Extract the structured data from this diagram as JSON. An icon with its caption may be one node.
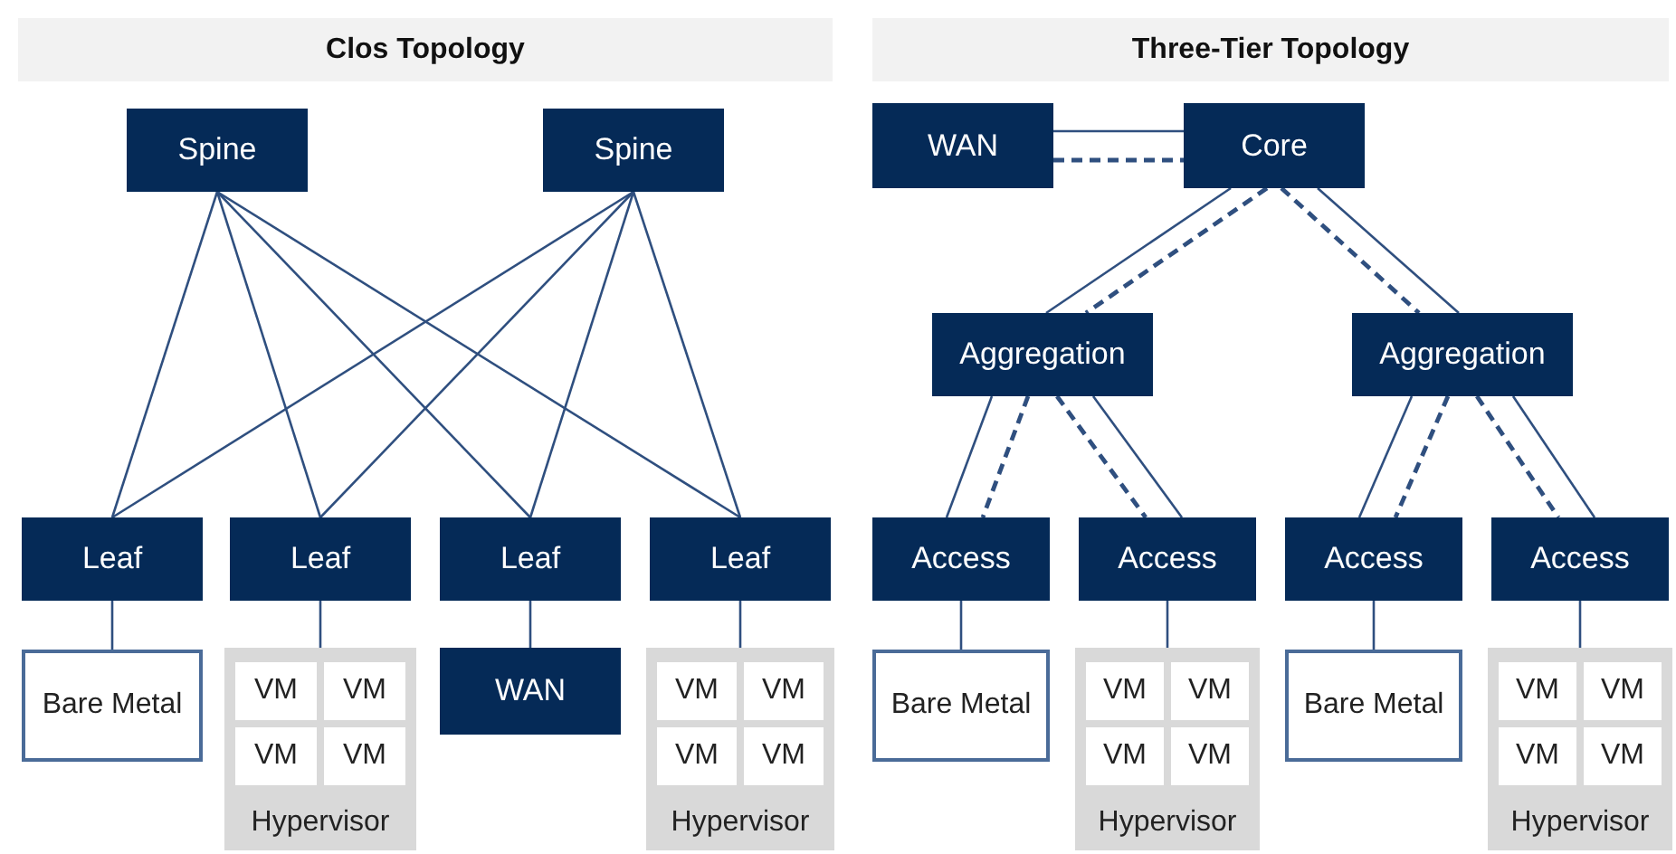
{
  "diagram": {
    "nodes": [
      {
        "text": [
          "Clos Topology"
        ]
      },
      {
        "text": [
          "Spine"
        ]
      },
      {
        "text": [
          "Spine"
        ]
      },
      {
        "text": [
          "Leaf"
        ]
      },
      {
        "text": [
          "Leaf"
        ]
      },
      {
        "text": [
          "Leaf"
        ]
      },
      {
        "text": [
          "Leaf"
        ]
      },
      {
        "text": [
          "Bare Metal"
        ]
      },
      {
        "text": [
          "Hypervisor"
        ]
      },
      {
        "text": [
          "VM"
        ],
        "in": 8
      },
      {
        "text": [
          "VM"
        ],
        "in": 8
      },
      {
        "text": [
          "VM"
        ],
        "in": 8
      },
      {
        "text": [
          "VM"
        ],
        "in": 8
      },
      {
        "text": [
          "WAN"
        ]
      },
      {
        "text": [
          "Hypervisor"
        ]
      },
      {
        "text": [
          "VM"
        ],
        "in": 14
      },
      {
        "text": [
          "VM"
        ],
        "in": 14
      },
      {
        "text": [
          "VM"
        ],
        "in": 14
      },
      {
        "text": [
          "VM"
        ],
        "in": 14
      },
      {
        "text": [
          "Three-Tier Topology"
        ]
      },
      {
        "text": [
          "WAN"
        ]
      },
      {
        "text": [
          "Core"
        ]
      },
      {
        "text": [
          "Aggregation"
        ]
      },
      {
        "text": [
          "Aggregation"
        ]
      },
      {
        "text": [
          "Access"
        ]
      },
      {
        "text": [
          "Access"
        ]
      },
      {
        "text": [
          "Access"
        ]
      },
      {
        "text": [
          "Access"
        ]
      },
      {
        "text": [
          "Bare Metal"
        ]
      },
      {
        "text": [
          "Hypervisor"
        ]
      },
      {
        "text": [
          "VM"
        ],
        "in": 29
      },
      {
        "text": [
          "VM"
        ],
        "in": 29
      },
      {
        "text": [
          "VM"
        ],
        "in": 29
      },
      {
        "text": [
          "VM"
        ],
        "in": 29
      },
      {
        "text": [
          "Bare Metal"
        ]
      },
      {
        "text": [
          "Hypervisor"
        ]
      },
      {
        "text": [
          "VM"
        ],
        "in": 35
      },
      {
        "text": [
          "VM"
        ],
        "in": 35
      },
      {
        "text": [
          "VM"
        ],
        "in": 35
      },
      {
        "text": [
          "VM"
        ],
        "in": 35
      }
    ],
    "edges": [
      {
        "from": 1,
        "to": 3,
        "arrow": "none"
      },
      {
        "from": 1,
        "to": 4,
        "arrow": "none"
      },
      {
        "from": 1,
        "to": 5,
        "arrow": "none"
      },
      {
        "from": 1,
        "to": 6,
        "arrow": "none"
      },
      {
        "from": 2,
        "to": 3,
        "arrow": "none"
      },
      {
        "from": 2,
        "to": 4,
        "arrow": "none"
      },
      {
        "from": 2,
        "to": 5,
        "arrow": "none"
      },
      {
        "from": 2,
        "to": 6,
        "arrow": "none"
      },
      {
        "from": 3,
        "to": 7,
        "arrow": "none"
      },
      {
        "from": 4,
        "to": 8,
        "arrow": "none"
      },
      {
        "from": 5,
        "to": 13,
        "arrow": "none"
      },
      {
        "from": 6,
        "to": 14,
        "arrow": "none"
      },
      {
        "from": 20,
        "to": 21,
        "arrow": "none"
      },
      {
        "from": 20,
        "to": 21,
        "arrow": "none",
        "style": "dashed"
      },
      {
        "from": 21,
        "to": 22,
        "arrow": "none"
      },
      {
        "from": 21,
        "to": 22,
        "arrow": "none",
        "style": "dashed"
      },
      {
        "from": 21,
        "to": 23,
        "arrow": "none",
        "style": "dashed"
      },
      {
        "from": 21,
        "to": 23,
        "arrow": "none"
      },
      {
        "from": 22,
        "to": 24,
        "arrow": "none"
      },
      {
        "from": 22,
        "to": 24,
        "arrow": "none",
        "style": "dashed"
      },
      {
        "from": 22,
        "to": 25,
        "arrow": "none",
        "style": "dashed"
      },
      {
        "from": 22,
        "to": 25,
        "arrow": "none"
      },
      {
        "from": 23,
        "to": 26,
        "arrow": "none"
      },
      {
        "from": 23,
        "to": 26,
        "arrow": "none",
        "style": "dashed"
      },
      {
        "from": 23,
        "to": 27,
        "arrow": "none",
        "style": "dashed"
      },
      {
        "from": 23,
        "to": 27,
        "arrow": "none"
      },
      {
        "from": 24,
        "to": 28,
        "arrow": "none"
      },
      {
        "from": 25,
        "to": 29,
        "arrow": "none"
      },
      {
        "from": 26,
        "to": 34,
        "arrow": "none"
      },
      {
        "from": 27,
        "to": 35,
        "arrow": "none"
      }
    ]
  }
}
